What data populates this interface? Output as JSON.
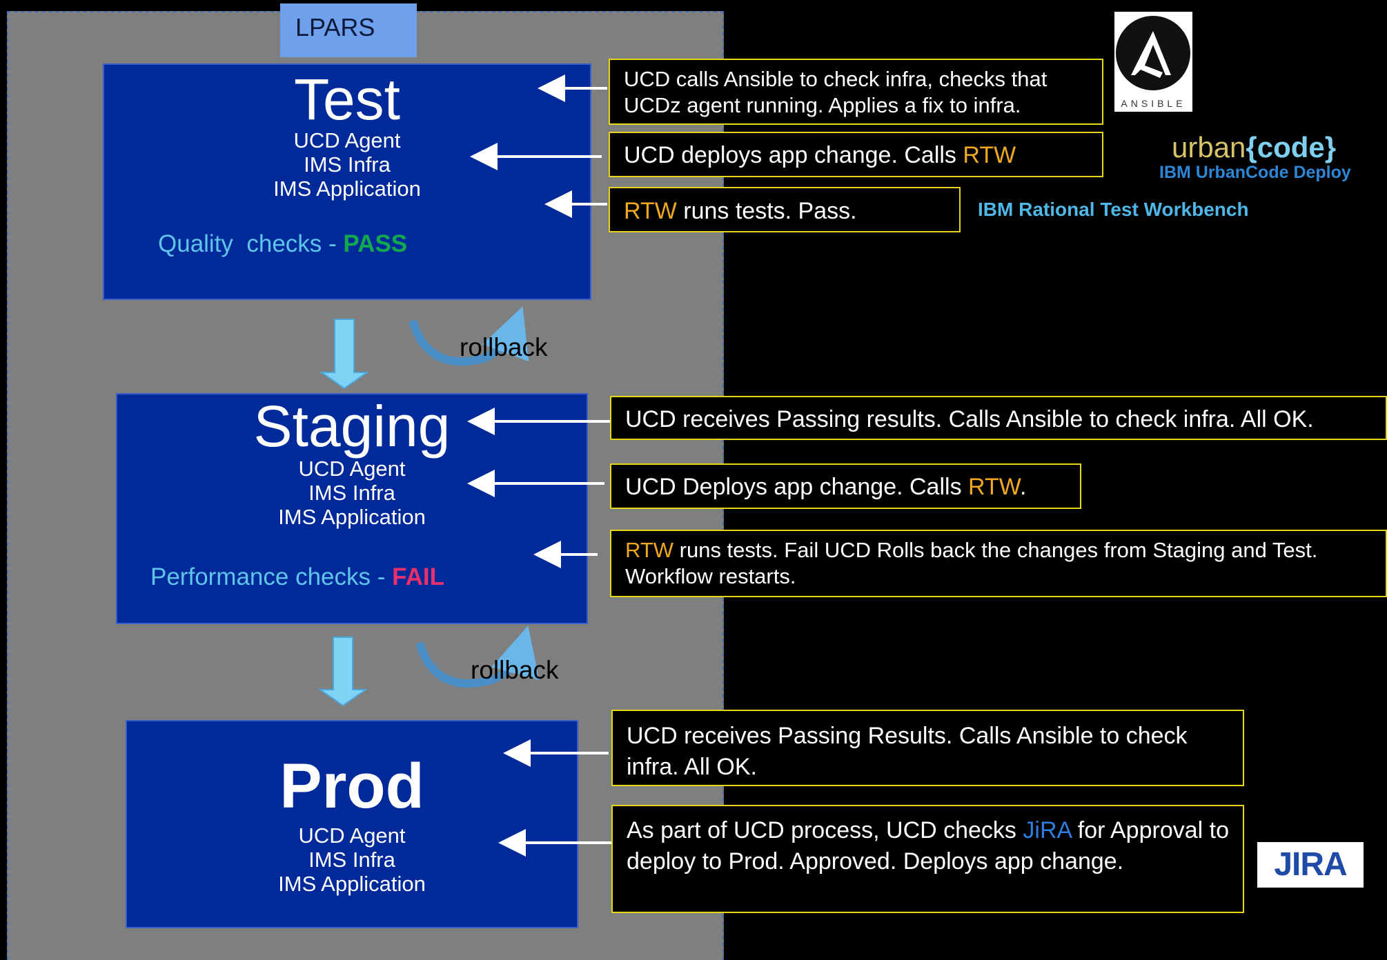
{
  "lpars_label": "LPARS",
  "environments": {
    "test": {
      "title": "Test",
      "lines": [
        "UCD Agent",
        "IMS Infra",
        "IMS Application"
      ],
      "check_label": "Quality  checks - ",
      "check_result": "PASS"
    },
    "staging": {
      "title": "Staging",
      "lines": [
        "UCD Agent",
        "IMS Infra",
        "IMS Application"
      ],
      "check_label": "Performance checks - ",
      "check_result": "FAIL"
    },
    "prod": {
      "title": "Prod",
      "lines": [
        "UCD Agent",
        "IMS Infra",
        "IMS Application"
      ]
    }
  },
  "rollback_labels": [
    "rollback",
    "rollback"
  ],
  "notes": {
    "n1": "UCD calls Ansible to check infra, checks that UCDz agent running. Applies a fix  to infra.",
    "n2_pre": "UCD deploys app change. Calls ",
    "n3_post": " runs tests. Pass.",
    "n4": "UCD receives Passing results. Calls Ansible to check infra. All OK.",
    "n5_pre": "UCD Deploys app change. Calls ",
    "n5_post": ".",
    "n6_post": " runs tests. Fail UCD  Rolls back the changes from Staging and Test. Workflow restarts.",
    "n7": "UCD receives Passing Results. Calls Ansible to check infra. All OK.",
    "n8_pre": "As part of UCD process, UCD checks ",
    "n8_jira": "JiRA",
    "n8_post": " for Approval to deploy to Prod. Approved. Deploys app change.",
    "rtw": "RTW"
  },
  "logos": {
    "ansible_word": "ANSIBLE",
    "urban_a": "urban",
    "urban_b": "{code}",
    "urbancode_sub": "IBM UrbanCode Deploy",
    "rtw_brand": "IBM Rational Test Workbench",
    "jira": "JIRA"
  },
  "colors": {
    "env_blue": "#00299a",
    "note_border": "#e6d51c",
    "rtw": "#f0a820",
    "pass": "#12a94e",
    "fail": "#e8306a",
    "check_text": "#5fc6ea",
    "jira_link": "#2f7ce0"
  }
}
